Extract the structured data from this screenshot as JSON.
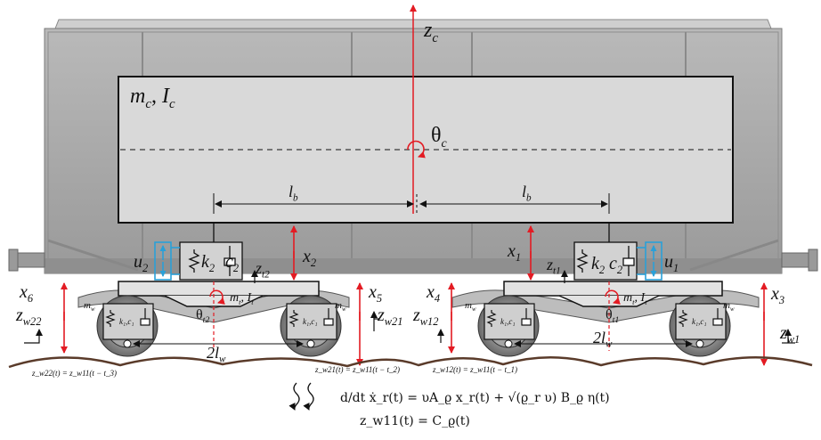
{
  "labels": {
    "zc": "z",
    "zc_sub": "c",
    "mass_m": "m",
    "mass_m_sub": "c",
    "mass_sep": ", ",
    "mass_I": "I",
    "mass_I_sub": "c",
    "theta_c": "θ",
    "theta_c_sub": "c",
    "lb_left": "l",
    "lb_left_sub": "b",
    "lb_right": "l",
    "lb_right_sub": "b",
    "u2": "u",
    "u2_sub": "2",
    "u1": "u",
    "u1_sub": "1",
    "k2_left": "k",
    "k2_left_sub": "2",
    "c2_left": "c",
    "c2_left_sub": "2",
    "k2_right": "k",
    "k2_right_sub": "2",
    "c2_right": "c",
    "c2_right_sub": "2",
    "zt2": "z",
    "zt2_sub": "t2",
    "zt1": "z",
    "zt1_sub": "t1",
    "x1": "x",
    "x1_sub": "1",
    "x2": "x",
    "x2_sub": "2",
    "x3": "x",
    "x3_sub": "3",
    "x4": "x",
    "x4_sub": "4",
    "x5": "x",
    "x5_sub": "5",
    "x6": "x",
    "x6_sub": "6",
    "mt_left": "m",
    "mt_left_sub": "t",
    "It_left": "I",
    "It_left_sub": "t",
    "mt_right": "m",
    "mt_right_sub": "t",
    "It_right": "I",
    "It_right_sub": "t",
    "theta_t2": "θ",
    "theta_t2_sub": "t2",
    "theta_t1": "θ",
    "theta_t1_sub": "t1",
    "k1c1": "k₁,c₁",
    "mw": "m",
    "mw_sub": "w",
    "two_lw_left": "2l",
    "two_lw_left_sub": "w",
    "two_lw_right": "2l",
    "two_lw_right_sub": "w",
    "zw22": "z",
    "zw22_sub": "w22",
    "zw21": "z",
    "zw21_sub": "w21",
    "zw12": "z",
    "zw12_sub": "w12",
    "zw1": "z",
    "zw1_sub": "w1"
  },
  "track_equations": {
    "eq_w22": "z_w22(t) = z_w11(t − t_3)",
    "eq_w21": "z_w21(t) = z_w11(t − t_2)",
    "eq_w12": "z_w12(t) = z_w11(t − t_1)"
  },
  "bottom_equations": {
    "eq1": "d/dt ẋ_r(t) = υA_ϱ x_r(t) + √(ϱ_r υ) B_ϱ η(t)",
    "eq2": "z_w11(t) = C_ϱ(t)"
  },
  "colors": {
    "force_arrow": "#e31b23",
    "actuator": "#2aa0d8",
    "body_fill": "#d9d9d9",
    "wagon_gray": "#a7a7a7",
    "outline": "#111111",
    "rail": "#5a3b2a"
  }
}
